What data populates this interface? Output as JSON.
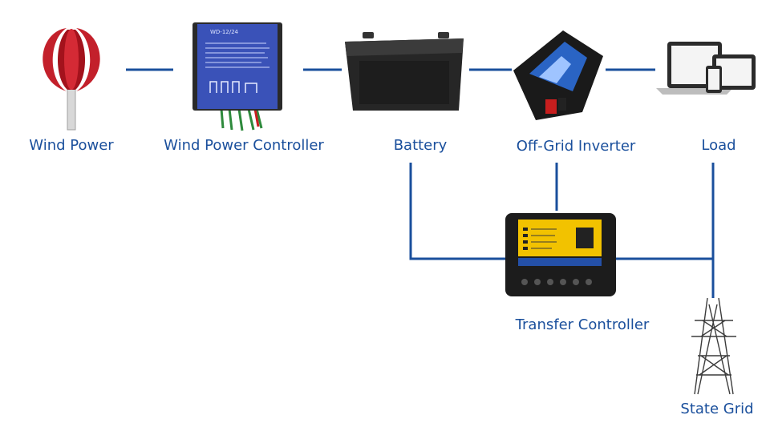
{
  "diagram": {
    "nodes": [
      {
        "id": "wind",
        "label": "Wind Power",
        "icon": "wind-turbine-icon"
      },
      {
        "id": "wpc",
        "label": "Wind Power Controller",
        "icon": "charge-controller-icon",
        "device_model": "WD-12/24"
      },
      {
        "id": "battery",
        "label": "Battery",
        "icon": "battery-icon"
      },
      {
        "id": "inverter",
        "label": "Off-Grid Inverter",
        "icon": "inverter-icon"
      },
      {
        "id": "load",
        "label": "Load",
        "icon": "computer-devices-icon"
      },
      {
        "id": "transfer",
        "label": "Transfer Controller",
        "icon": "transfer-controller-icon"
      },
      {
        "id": "grid",
        "label": "State Grid",
        "icon": "transmission-tower-icon"
      }
    ],
    "edges": [
      [
        "wind",
        "wpc"
      ],
      [
        "wpc",
        "battery"
      ],
      [
        "battery",
        "inverter"
      ],
      [
        "inverter",
        "load"
      ],
      [
        "battery",
        "transfer"
      ],
      [
        "inverter",
        "transfer"
      ],
      [
        "transfer",
        "grid"
      ],
      [
        "load",
        "grid"
      ]
    ]
  },
  "colors": {
    "line": "#1a4f9c",
    "label": "#1a4f9c",
    "turbine_red": "#c3202b",
    "controller_blue": "#3a52b8",
    "device_black": "#1c1c1c",
    "inverter_blue": "#2a64c4",
    "panel_yellow": "#f2c200"
  }
}
